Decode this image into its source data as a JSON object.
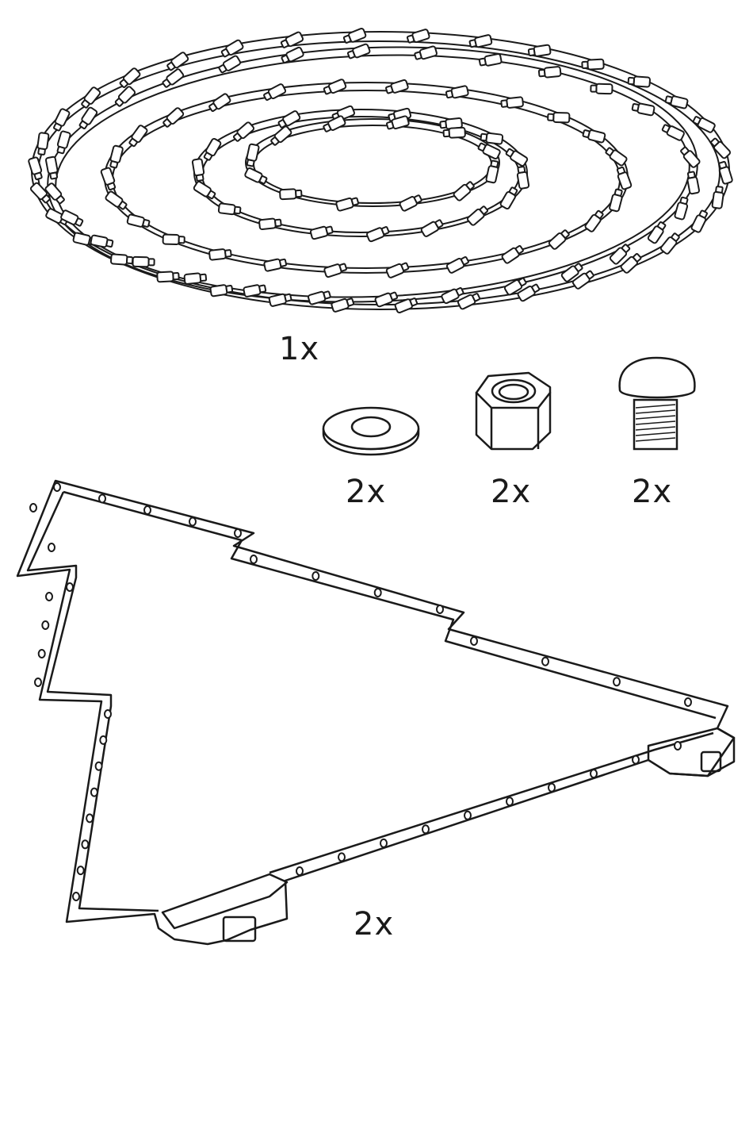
{
  "parts": [
    {
      "id": "light-chain",
      "quantity": "1x"
    },
    {
      "id": "washer",
      "quantity": "2x"
    },
    {
      "id": "hex-nut",
      "quantity": "2x"
    },
    {
      "id": "bolt",
      "quantity": "2x"
    },
    {
      "id": "tree-frame",
      "quantity": "2x"
    }
  ],
  "colors": {
    "line": "#1a1a1a",
    "fill": "#ffffff"
  }
}
